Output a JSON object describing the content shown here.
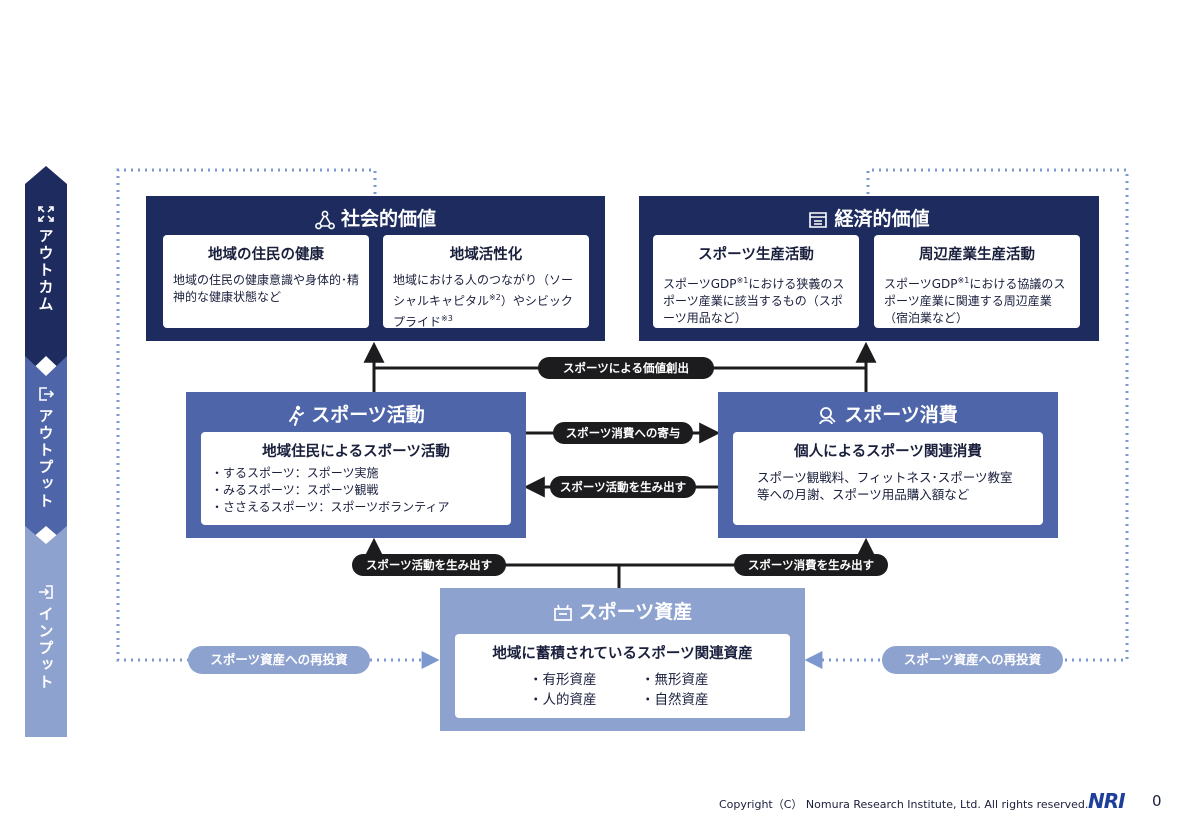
{
  "sidebar": {
    "outcome": "アウトカム",
    "output": "アウトプット",
    "input": "インプット"
  },
  "social": {
    "title": "社会的価値",
    "cards": [
      {
        "title": "地域の住民の健康",
        "body": "地域の住民の健康意識や身体的･精神的な健康状態など"
      },
      {
        "title": "地域活性化",
        "body_a": "地域における人のつながり（ソーシャルキャピタル",
        "sup_a": "※2",
        "body_b": "）やシビックプライド",
        "sup_b": "※3"
      }
    ]
  },
  "economic": {
    "title": "経済的価値",
    "cards": [
      {
        "title": "スポーツ生産活動",
        "body_a": "スポーツGDP",
        "sup": "※1",
        "body_b": "における狭義のスポーツ産業に該当するもの（スポーツ用品など）"
      },
      {
        "title": "周辺産業生産活動",
        "body_a": "スポーツGDP",
        "sup": "※1",
        "body_b": "における協議のスポーツ産業に関連する周辺産業（宿泊業など）"
      }
    ]
  },
  "activity": {
    "title": "スポーツ活動",
    "card_title": "地域住民によるスポーツ活動",
    "items": [
      "するスポーツ：スポーツ実施",
      "みるスポーツ：スポーツ観戦",
      "ささえるスポーツ：スポーツボランティア"
    ]
  },
  "consumption": {
    "title": "スポーツ消費",
    "card_title": "個人によるスポーツ関連消費",
    "body": "スポーツ観戦料、フィットネス･スポーツ教室等への月謝、スポーツ用品購入額など"
  },
  "assets": {
    "title": "スポーツ資産",
    "card_title": "地域に蓄積されているスポーツ関連資産",
    "items": [
      "有形資産",
      "無形資産",
      "人的資産",
      "自然資産"
    ]
  },
  "pills": {
    "value_creation": "スポーツによる価値創出",
    "to_consumption": "スポーツ消費への寄与",
    "to_activity": "スポーツ活動を生み出す",
    "asset_to_activity": "スポーツ活動を生み出す",
    "asset_to_consumption": "スポーツ消費を生み出す",
    "reinvest_left": "スポーツ資産への再投資",
    "reinvest_right": "スポーツ資産への再投資"
  },
  "footer": {
    "copyright": "Copyright（C） Nomura Research Institute, Ltd. All rights reserved.",
    "logo": "NRI",
    "page": "0"
  },
  "colors": {
    "navy": "#1d2b5e",
    "mid_blue": "#4e65a9",
    "light_blue": "#8ea2cf",
    "dotted": "#7d98cf"
  }
}
